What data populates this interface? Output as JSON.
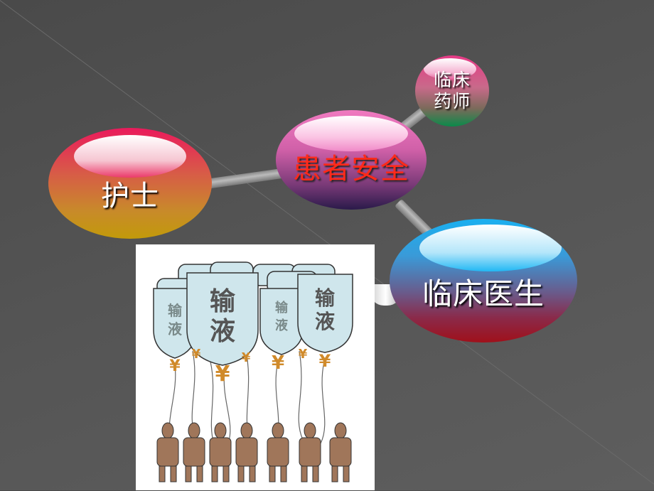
{
  "slide": {
    "background_color": "#4f4f4f",
    "center_node": {
      "label": "患者安全",
      "text_color": "#ff2a1a"
    },
    "nodes": [
      {
        "id": "nurse",
        "label": "护士",
        "colors": [
          "#e8205a",
          "#c9a010"
        ]
      },
      {
        "id": "pharmacist",
        "label_line1": "临床",
        "label_line2": "药师",
        "colors": [
          "#e83a8a",
          "#1a8a4a"
        ]
      },
      {
        "id": "doctor",
        "label": "临床医生",
        "colors": [
          "#20b0f0",
          "#a01020"
        ]
      }
    ],
    "illustration": {
      "bottle_label_large": "输\n液",
      "bottle_text": "输液",
      "currency_symbol": "¥",
      "description": "Cartoon of IV drip bottles labeled 输液 tied by strings to a crowd of people, with ¥ symbols as drip connectors"
    }
  }
}
